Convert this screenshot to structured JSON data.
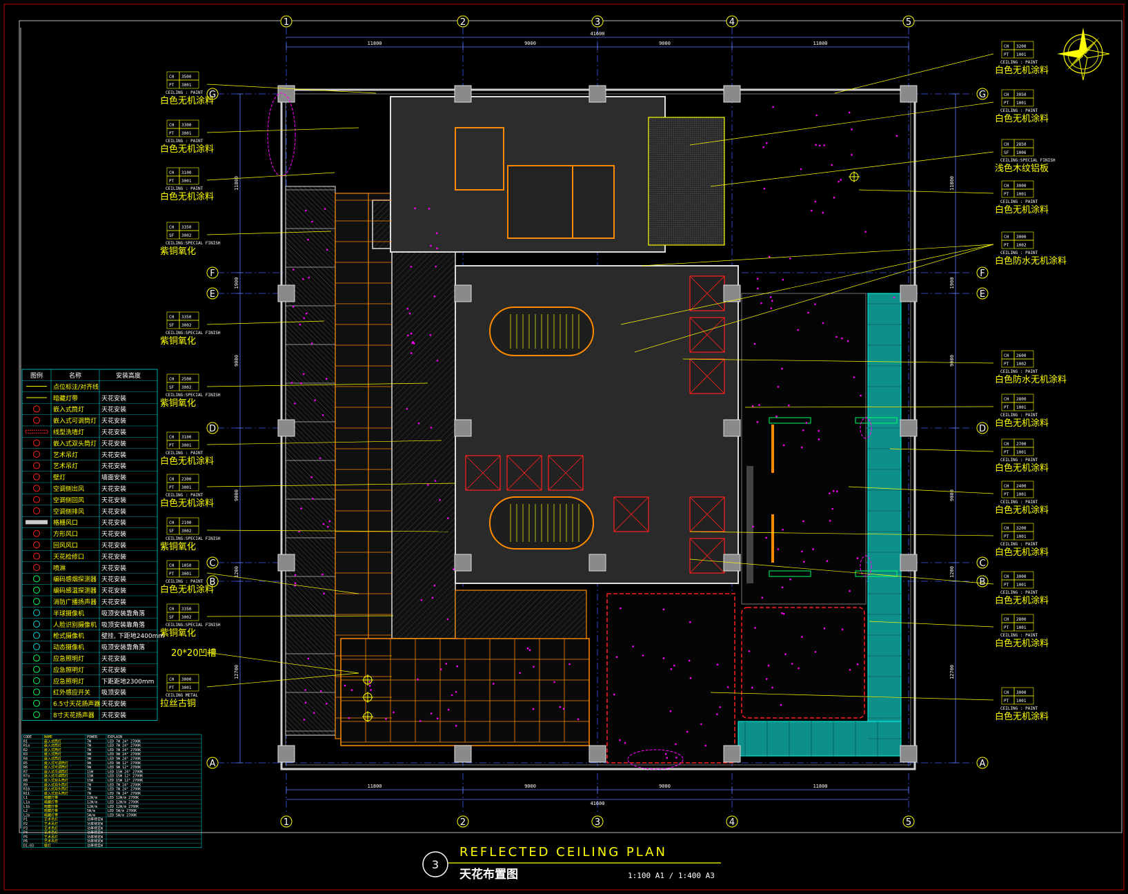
{
  "title": {
    "number": "3",
    "english": "REFLECTED CEILING PLAN",
    "chinese": "天花布置图",
    "scale": "1:100 A1 / 1:400 A3"
  },
  "grid": {
    "columns": [
      "1",
      "2",
      "3",
      "4",
      "5"
    ],
    "rows": [
      "G",
      "F",
      "E",
      "D",
      "C",
      "B",
      "A"
    ],
    "dims_top": [
      "11800",
      "9000",
      "9000",
      "11800"
    ],
    "dim_total": "41600",
    "dims_left": [
      "11800",
      "1900",
      "9000",
      "9000",
      "1200",
      "12700"
    ]
  },
  "callouts_left": [
    {
      "ch": "3500",
      "pt": "PT",
      "code": "3001",
      "type": "CEILING : PAINT",
      "name": "白色无机涂料"
    },
    {
      "ch": "3300",
      "pt": "PT",
      "code": "3001",
      "type": "CEILING : PAINT",
      "name": "白色无机涂料"
    },
    {
      "ch": "3100",
      "pt": "PT",
      "code": "3001",
      "type": "CEILING : PAINT",
      "name": "白色无机涂料"
    },
    {
      "ch": "3350",
      "pt": "SF",
      "code": "3002",
      "type": "CEILING:SPECIAL FINISH",
      "name": "紫铜氧化"
    },
    {
      "ch": "3350",
      "pt": "SF",
      "code": "3002",
      "type": "CEILING:SPECIAL FINISH",
      "name": "紫铜氧化"
    },
    {
      "ch": "2500",
      "pt": "SF",
      "code": "3002",
      "type": "CEILING:SPECIAL FINISH",
      "name": "紫铜氧化"
    },
    {
      "ch": "3100",
      "pt": "PT",
      "code": "3001",
      "type": "CEILING : PAINT",
      "name": "白色无机涂料"
    },
    {
      "ch": "2300",
      "pt": "PT",
      "code": "3001",
      "type": "CEILING : PAINT",
      "name": "白色无机涂料"
    },
    {
      "ch": "2100",
      "pt": "SF",
      "code": "3002",
      "type": "CEILING:SPECIAL FINISH",
      "name": "紫铜氧化"
    },
    {
      "ch": "1050",
      "pt": "PT",
      "code": "3001",
      "type": "CEILING : PAINT",
      "name": "白色无机涂料"
    },
    {
      "ch": "3350",
      "pt": "SF",
      "code": "3002",
      "type": "CEILING:SPECIAL FINISH",
      "name": "紫铜氧化"
    },
    {
      "ch": "3000",
      "pt": "PT",
      "code": "3001",
      "type": "CEILING METAL",
      "name": "拉丝古铜"
    }
  ],
  "note_groove": "20*20凹槽",
  "callouts_right": [
    {
      "ch": "3200",
      "pt": "PT",
      "code": "1001",
      "type": "CEILING : PAINT",
      "name": "白色无机涂料"
    },
    {
      "ch": "3050",
      "pt": "PT",
      "code": "1001",
      "type": "CEILING : PAINT",
      "name": "白色无机涂料"
    },
    {
      "ch": "2850",
      "pt": "SF",
      "code": "1006",
      "type": "CEILING:SPECIAL FINISH",
      "name": "浅色木纹铝板"
    },
    {
      "ch": "3000",
      "pt": "PT",
      "code": "1001",
      "type": "CEILING : PAINT",
      "name": "白色无机涂料"
    },
    {
      "ch": "3000",
      "pt": "PT",
      "code": "1002",
      "type": "CEILING : PAINT",
      "name": "白色防水无机涂料"
    },
    {
      "ch": "2600",
      "pt": "PT",
      "code": "1002",
      "type": "CEILING : PAINT",
      "name": "白色防水无机涂料"
    },
    {
      "ch": "2800",
      "pt": "PT",
      "code": "1001",
      "type": "CEILING : PAINT",
      "name": "白色无机涂料"
    },
    {
      "ch": "2700",
      "pt": "PT",
      "code": "1001",
      "type": "CEILING : PAINT",
      "name": "白色无机涂料"
    },
    {
      "ch": "2400",
      "pt": "PT",
      "code": "1001",
      "type": "CEILING : PAINT",
      "name": "白色无机涂料"
    },
    {
      "ch": "3200",
      "pt": "PT",
      "code": "1001",
      "type": "CEILING : PAINT",
      "name": "白色无机涂料"
    },
    {
      "ch": "3000",
      "pt": "PT",
      "code": "1001",
      "type": "CEILING : PAINT",
      "name": "白色无机涂料"
    },
    {
      "ch": "2800",
      "pt": "PT",
      "code": "1001",
      "type": "CEILING : PAINT",
      "name": "白色无机涂料"
    },
    {
      "ch": "3000",
      "pt": "PT",
      "code": "1001",
      "type": "CEILING : PAINT",
      "name": "白色无机涂料"
    }
  ],
  "legend": {
    "headers": [
      "图例",
      "名称",
      "安装高度"
    ],
    "rows": [
      {
        "icon": "axis",
        "name": "点位标注/对齐线",
        "height": ""
      },
      {
        "icon": "line",
        "name": "暗藏灯带",
        "height": "天花安装"
      },
      {
        "icon": "downlight",
        "name": "嵌入式筒灯",
        "height": "天花安装"
      },
      {
        "icon": "adjustable",
        "name": "嵌入式可调筒灯",
        "height": "天花安装"
      },
      {
        "icon": "linear",
        "name": "线型洗墙灯",
        "height": "天花安装"
      },
      {
        "icon": "double",
        "name": "嵌入式双头筒灯",
        "height": "天花安装"
      },
      {
        "icon": "art",
        "name": "艺术吊灯",
        "height": "天花安装"
      },
      {
        "icon": "art2",
        "name": "艺术吊灯",
        "height": "天花安装"
      },
      {
        "icon": "wall",
        "name": "壁灯",
        "height": "墙面安装"
      },
      {
        "icon": "ac-out",
        "name": "空调侧出风",
        "height": "天花安装"
      },
      {
        "icon": "ac-ret",
        "name": "空调侧回风",
        "height": "天花安装"
      },
      {
        "icon": "ac-exh",
        "name": "空调侧排风",
        "height": "天花安装"
      },
      {
        "icon": "slot",
        "name": "格栅风口",
        "height": "天花安装"
      },
      {
        "icon": "square",
        "name": "方形风口",
        "height": "天花安装"
      },
      {
        "icon": "return",
        "name": "回风风口",
        "height": "天花安装"
      },
      {
        "icon": "access",
        "name": "天花检修口",
        "height": "天花安装"
      },
      {
        "icon": "sprinkler",
        "name": "喷淋",
        "height": "天花安装"
      },
      {
        "icon": "smoke",
        "name": "编码感烟探测器",
        "height": "天花安装"
      },
      {
        "icon": "heat",
        "name": "编码感温探测器",
        "height": "天花安装"
      },
      {
        "icon": "broadcast",
        "name": "消防广播扬声器",
        "height": "天花安装"
      },
      {
        "icon": "dome",
        "name": "半球摄像机",
        "height": "吸顶安装靠角落"
      },
      {
        "icon": "face",
        "name": "人脸识别摄像机",
        "height": "吸顶安装靠角落"
      },
      {
        "icon": "gun",
        "name": "枪式摄像机",
        "height": "壁挂, 下距地2400mm"
      },
      {
        "icon": "motion",
        "name": "动态摄像机",
        "height": "吸顶安装靠角落"
      },
      {
        "icon": "emerg",
        "name": "应急照明灯",
        "height": "天花安装"
      },
      {
        "icon": "emerg2",
        "name": "应急照明灯",
        "height": "天花安装"
      },
      {
        "icon": "exit",
        "name": "应急照明灯",
        "height": "下距距地2300mm"
      },
      {
        "icon": "ir",
        "name": "红外感应开关",
        "height": "吸顶安装"
      },
      {
        "icon": "spk65",
        "name": "6.5寸天花扬声器",
        "height": "天花安装"
      },
      {
        "icon": "spk8",
        "name": "8寸天花扬声器",
        "height": "天花安装"
      }
    ]
  },
  "schedule": {
    "headers": [
      "CODE",
      "NAME",
      "POWER",
      "EXPLAIN"
    ],
    "rows": [
      [
        "R1",
        "嵌入式筒灯",
        "7W",
        "LED 7W 24° 2700K"
      ],
      [
        "R1a",
        "嵌入式筒灯",
        "7W",
        "LED 7W 24° 2700K"
      ],
      [
        "R2",
        "嵌入式筒灯",
        "7W",
        "LED 7W 24° 2700K"
      ],
      [
        "R3",
        "嵌入式筒灯",
        "9W",
        "LED 9W 24° 2700K"
      ],
      [
        "R4",
        "嵌入式筒灯",
        "9W",
        "LED 9W 24° 2700K"
      ],
      [
        "R5",
        "嵌入式可调筒灯",
        "9W",
        "LED 9W 12° 2700K"
      ],
      [
        "R6",
        "嵌入式可调筒灯",
        "9W",
        "LED 9W 12° 2700K"
      ],
      [
        "R7",
        "嵌入式可调筒灯",
        "15W",
        "LED 15W 24° 2700K"
      ],
      [
        "R7a",
        "嵌入式可调筒灯",
        "15W",
        "LED 15W 12° 2700K"
      ],
      [
        "R8",
        "嵌入式双头筒灯",
        "15W",
        "LED 15W 12° 2700K"
      ],
      [
        "R9",
        "嵌入式双头筒灯",
        "7W",
        "LED 7W 24° 2700K"
      ],
      [
        "R10",
        "嵌入式双头筒灯",
        "7W",
        "LED 7W 24° 2700K"
      ],
      [
        "R11",
        "嵌入式双头筒灯",
        "7W",
        "LED 7W 24° 2700K"
      ],
      [
        "L1",
        "暗藏灯带",
        "12W/m",
        "LED 12W/m 2700K"
      ],
      [
        "L1a",
        "暗藏灯带",
        "12W/m",
        "LED 12W/m 2700K"
      ],
      [
        "L1b",
        "暗藏灯带",
        "12W/m",
        "LED 12W/m 2700K"
      ],
      [
        "L2",
        "暗藏灯带",
        "5W/m",
        "LED 5W/m 2700K"
      ],
      [
        "L2a",
        "暗藏灯带",
        "5W/m",
        "LED 5W/m 2700K"
      ],
      [
        "P1",
        "艺术吊灯",
        "功率待定W",
        ""
      ],
      [
        "P2",
        "艺术吊灯",
        "功率待定W",
        ""
      ],
      [
        "P3",
        "艺术吊灯",
        "功率待定W",
        ""
      ],
      [
        "P4",
        "艺术吊灯",
        "功率待定W",
        ""
      ],
      [
        "P5",
        "艺术吊灯",
        "功率待定W",
        ""
      ],
      [
        "P6",
        "艺术吊灯",
        "功率待定W",
        ""
      ],
      [
        "D1-03",
        "壁灯",
        "功率待定W",
        ""
      ]
    ]
  },
  "colors": {
    "background": "#000000",
    "wall": "#ffffff",
    "grid": "#3a5cff",
    "dim": "#5f7dff",
    "callout": "#ffff00",
    "fixture": "#ff00ff",
    "track": "#ff8a00",
    "cove": "#ff2020",
    "teal": "#0e8f8a",
    "green": "#00ff66",
    "cyan": "#00d8d8"
  }
}
